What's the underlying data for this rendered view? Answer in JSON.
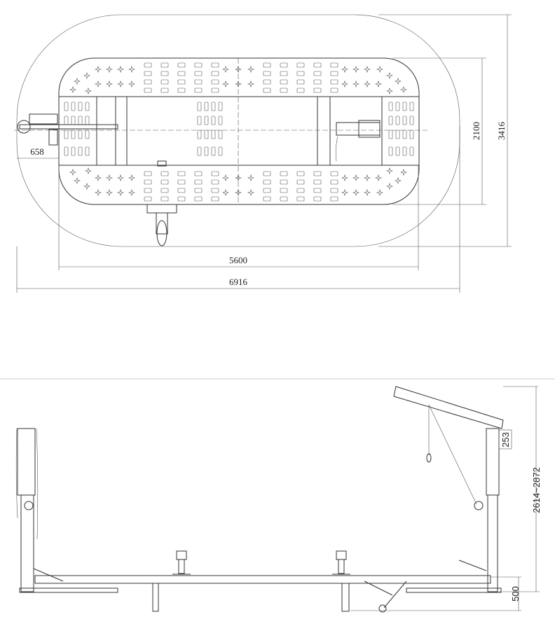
{
  "top_view": {
    "dimensions": {
      "overall_length": "6916",
      "platform_length": "5600",
      "offset": "658",
      "platform_width": "2100",
      "overall_width": "3416"
    }
  },
  "side_view": {
    "dimensions": {
      "height_range": "2614~2872",
      "arm_offset": "253",
      "base_height": "500"
    }
  },
  "colors": {
    "line": "#333333",
    "background": "#ffffff",
    "separator": "#cccccc"
  }
}
